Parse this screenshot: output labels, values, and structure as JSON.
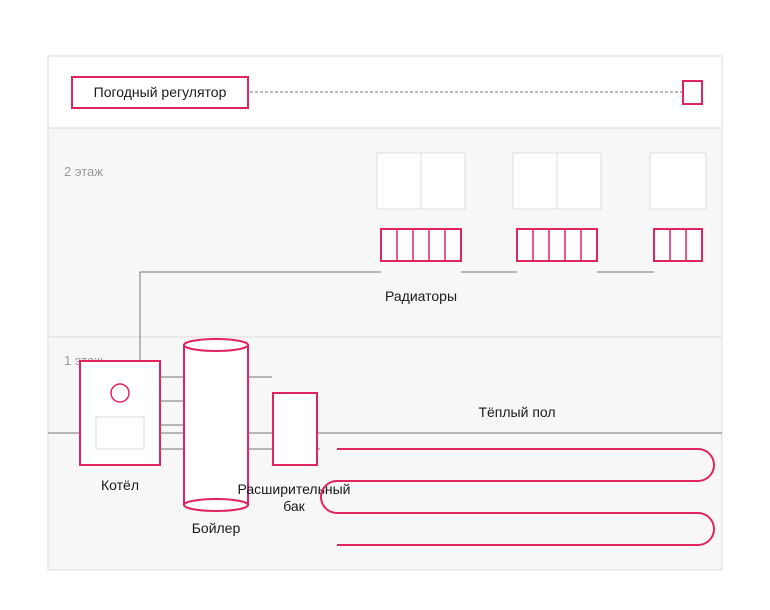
{
  "colors": {
    "accent": "#e0245e",
    "pipe": "#777777",
    "panel_border": "#dddddd",
    "floor_bg": "#f7f7f7"
  },
  "regulator": {
    "label": "Погодный регулятор"
  },
  "floors": {
    "second": "2 этаж",
    "first": "1 этаж"
  },
  "labels": {
    "radiators": "Радиаторы",
    "boiler_unit": "Котёл",
    "water_heater": "Бойлер",
    "expansion_tank_line1": "Расширительный",
    "expansion_tank_line2": "бак",
    "underfloor": "Тёплый пол"
  }
}
